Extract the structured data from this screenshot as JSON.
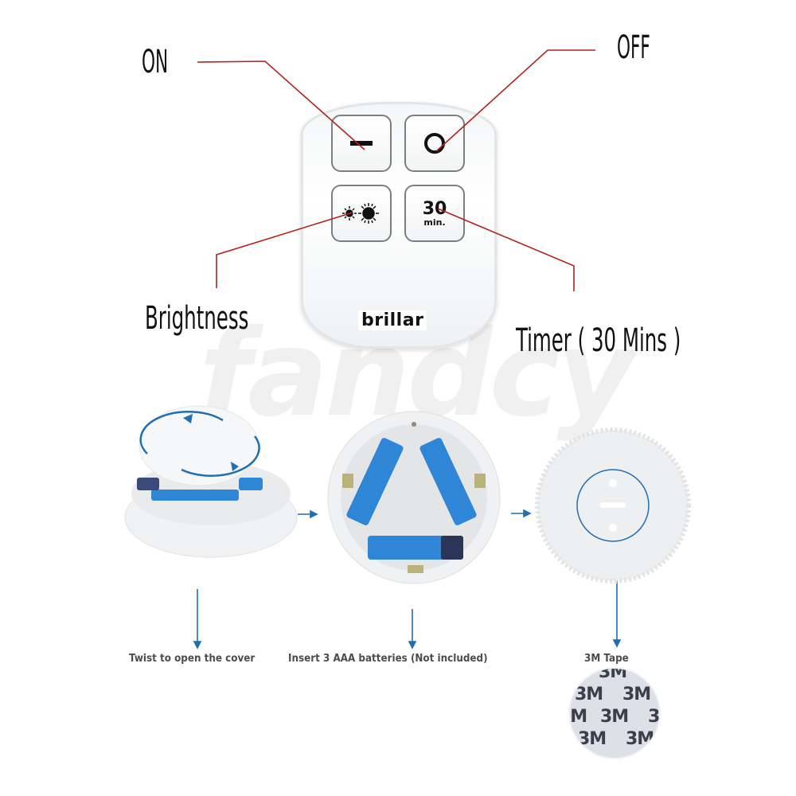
{
  "watermark": "fandcy",
  "remote": {
    "brand": "brillar",
    "buttons": {
      "on": {
        "icon": "dash-icon",
        "label": "ON"
      },
      "off": {
        "icon": "circle-icon",
        "label": "OFF"
      },
      "brightness": {
        "icon": "brightness-sun-icon",
        "label": "Brightness"
      },
      "timer": {
        "number": "30",
        "unit": "min.",
        "label": "Timer ( 30 Mins )"
      }
    }
  },
  "callouts": {
    "on": "ON",
    "off": "OFF",
    "brightness": "Brightness",
    "timer": "Timer ( 30 Mins )"
  },
  "steps": [
    {
      "caption": "Twist to open the cover",
      "image": "light-open-cover"
    },
    {
      "caption": "Insert 3 AAA batteries (Not included)",
      "image": "battery-compartment"
    },
    {
      "caption": "3M Tape",
      "image": "light-back-mount"
    }
  ],
  "tape": {
    "text": "3M"
  },
  "colors": {
    "leader_line": "#b22222",
    "arrow": "#1f6fb2",
    "battery": "#2f86d6",
    "caption": "#4a4d50"
  }
}
